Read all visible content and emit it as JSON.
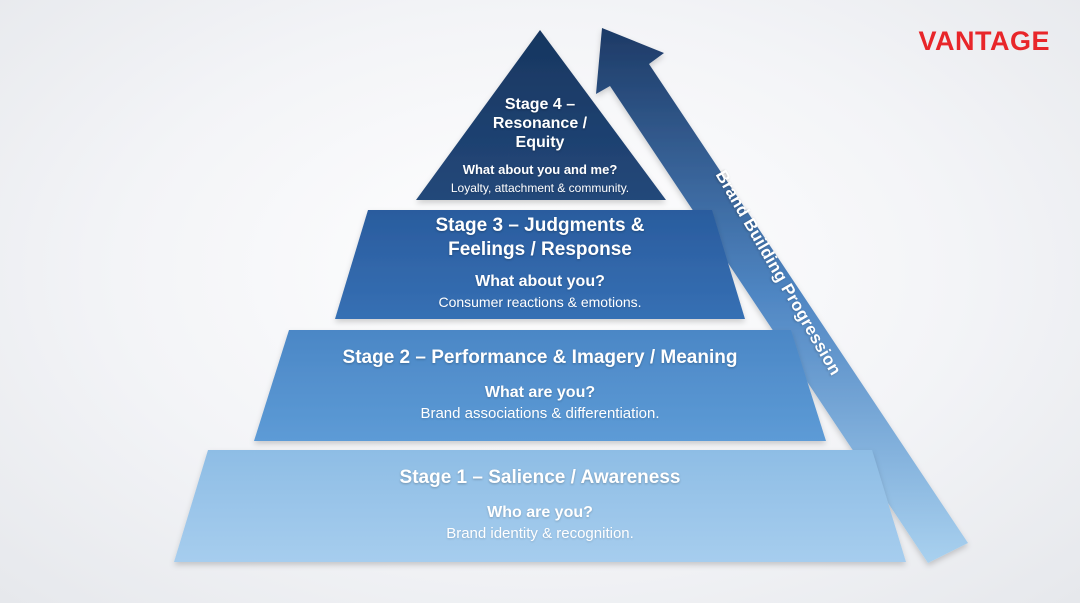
{
  "brand": {
    "logo_text": "VANTAGE",
    "logo_color": "#e8262a"
  },
  "pyramid": {
    "stages": [
      {
        "id": "stage-4",
        "title_line1": "Stage 4 –",
        "title_line2": "Resonance /",
        "title_line3": "Equity",
        "question": "What about you and me?",
        "description": "Loyalty, attachment & community.",
        "color": "#1d3f6e"
      },
      {
        "id": "stage-3",
        "title_line1": "Stage 3 – Judgments &",
        "title_line2": "Feelings / Response",
        "question": "What about you?",
        "description": "Consumer reactions & emotions.",
        "color": "#2d63a8"
      },
      {
        "id": "stage-2",
        "title": "Stage 2 – Performance & Imagery / Meaning",
        "question": "What are you?",
        "description": "Brand associations & differentiation.",
        "color": "#5491ce"
      },
      {
        "id": "stage-1",
        "title": "Stage 1 – Salience / Awareness",
        "question": "Who are you?",
        "description": "Brand identity & recognition.",
        "color": "#92c1e7"
      }
    ]
  },
  "arrow": {
    "label": "Brand Building Progression",
    "color_top": "#1d3a66",
    "color_bottom": "#a9d1ef"
  }
}
